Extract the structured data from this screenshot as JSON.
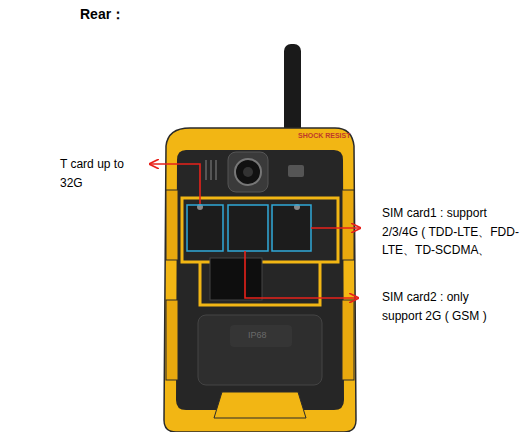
{
  "diagram": {
    "title": "Rear：",
    "labels": [
      "T card up to 32G",
      "SIM card1 : support 2/3/4G ( TDD-LTE、FDD-LTE、TD-SCDMA、",
      "SIM card2 : only support 2G ( GSM )",
      "SHOCK RESIST",
      "IP68"
    ]
  }
}
